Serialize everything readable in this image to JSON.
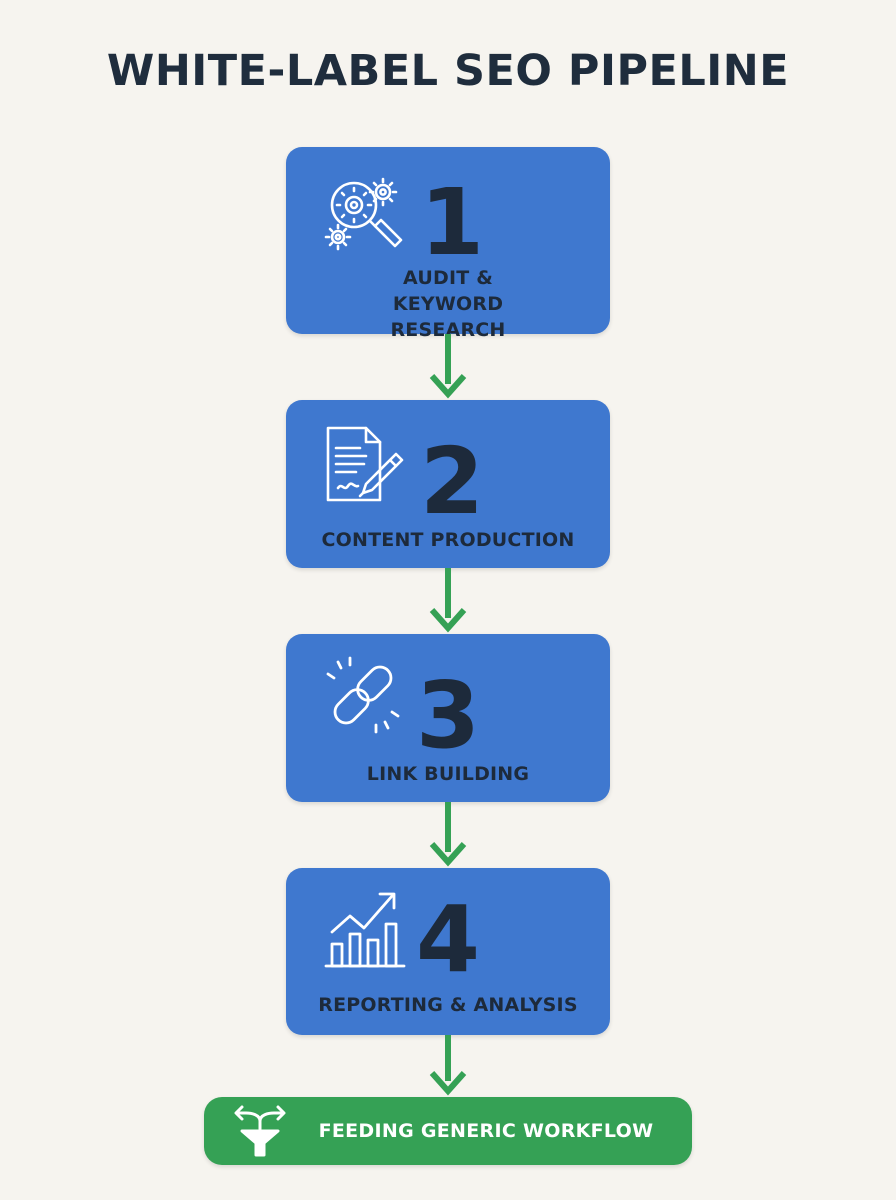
{
  "title": "WHITE-LABEL SEO PIPELINE",
  "colors": {
    "background": "#f6f4ef",
    "step_box": "#3f78cf",
    "step_text": "#1d2a3b",
    "arrow": "#35a155",
    "final_bar": "#35a155",
    "final_text": "#ffffff"
  },
  "steps": [
    {
      "number": "1",
      "label": "AUDIT & KEYWORD RESEARCH",
      "icon": "magnifier-gears-icon"
    },
    {
      "number": "2",
      "label": "CONTENT PRODUCTION",
      "icon": "document-pen-icon"
    },
    {
      "number": "3",
      "label": "LINK BUILDING",
      "icon": "chain-link-icon"
    },
    {
      "number": "4",
      "label": "REPORTING & ANALYSIS",
      "icon": "bar-chart-growth-icon"
    }
  ],
  "final": {
    "label": "FEEDING GENERIC WORKFLOW",
    "icon": "funnel-split-arrows-icon"
  }
}
